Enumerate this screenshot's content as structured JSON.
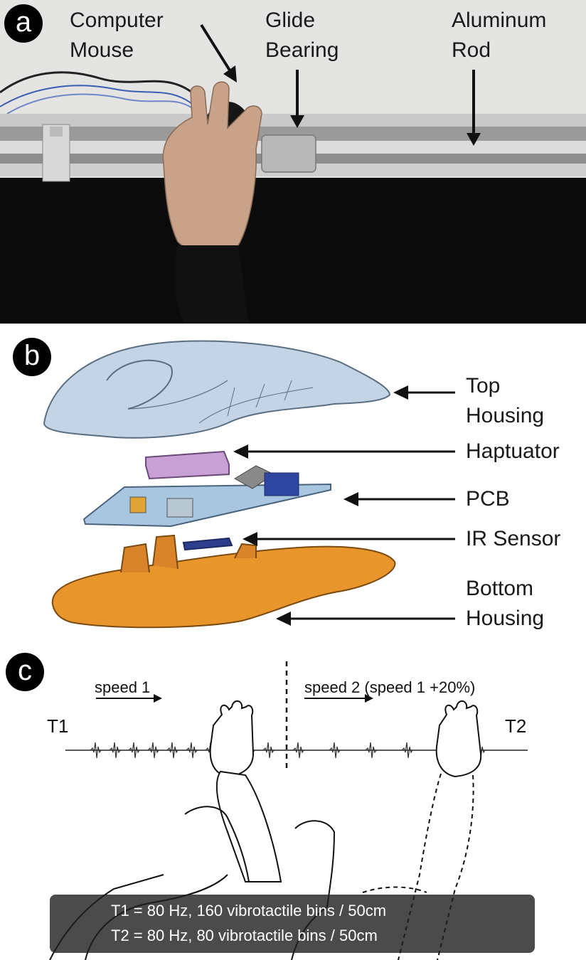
{
  "panel_a": {
    "badge": "a",
    "labels": {
      "computer_mouse": [
        "Computer",
        "Mouse"
      ],
      "glide_bearing": [
        "Glide",
        "Bearing"
      ],
      "aluminum_rod": [
        "Aluminum",
        "Rod"
      ]
    }
  },
  "panel_b": {
    "badge": "b",
    "labels": {
      "top_housing": [
        "Top",
        "Housing"
      ],
      "haptuator": "Haptuator",
      "pcb": "PCB",
      "ir_sensor": "IR Sensor",
      "bottom_housing": [
        "Bottom",
        "Housing"
      ]
    },
    "colors": {
      "top_housing": "#c4d4e4",
      "haptuator": "#c9a0d6",
      "pcb": "#a9c6e0",
      "ir_sensor": "#2c3e8c",
      "bottom_housing": "#e8962c"
    }
  },
  "panel_c": {
    "badge": "c",
    "speed1": "speed 1",
    "speed2": "speed 2 (speed 1 +20%)",
    "t1": "T1",
    "t2": "T2",
    "info": [
      "T1 = 80 Hz, 160 vibrotactile bins / 50cm",
      "T2 = 80 Hz, 80 vibrotactile bins / 50cm"
    ]
  }
}
